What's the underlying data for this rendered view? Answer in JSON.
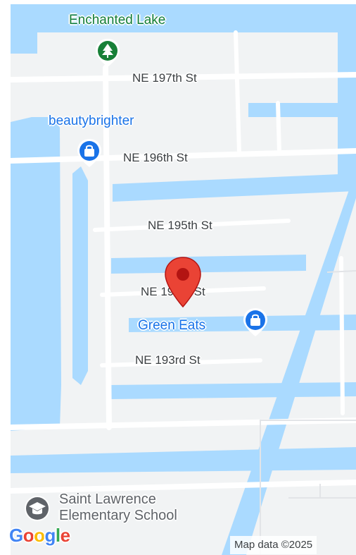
{
  "map": {
    "streets": [
      "NE 197th St",
      "NE 196th St",
      "NE 195th St",
      "NE 194th St",
      "NE 193rd St"
    ],
    "pois": {
      "enchanted_lake": "Enchanted Lake",
      "beautybrighter": "beautybrighter",
      "green_eats": "Green Eats",
      "school": "Saint Lawrence Elementary School"
    },
    "pin_color": "#ea4335",
    "water_color": "#aadaff",
    "land_color": "#f1f3f4"
  },
  "footer": {
    "logo": [
      "G",
      "o",
      "o",
      "g",
      "l",
      "e"
    ],
    "attribution": "Map data ©2025"
  }
}
